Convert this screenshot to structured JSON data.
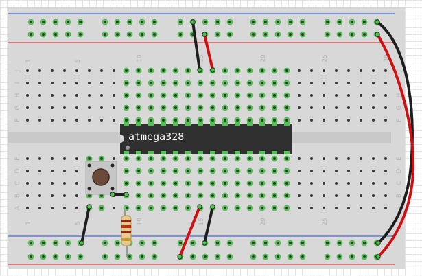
{
  "chip": {
    "label": "atmega328"
  },
  "breadboard": {
    "row_letters_top": [
      "J",
      "I",
      "H",
      "G",
      "F"
    ],
    "row_letters_bottom": [
      "E",
      "D",
      "C",
      "B",
      "A"
    ],
    "column_numbers": [
      "1",
      "5",
      "10",
      "15",
      "20",
      "25",
      "30"
    ]
  },
  "colors": {
    "board": "#d8d8d8",
    "hole": "#3a3a3a",
    "connected_hole": "#4fbf4f",
    "power_line_positive": "#e02020",
    "power_line_negative": "#2050d8",
    "chip_body": "#303030",
    "wire_red": "#d01010",
    "wire_black": "#1e1e1e"
  },
  "components": [
    "atmega328-chip",
    "push-button",
    "resistor",
    "jumper-wires"
  ]
}
